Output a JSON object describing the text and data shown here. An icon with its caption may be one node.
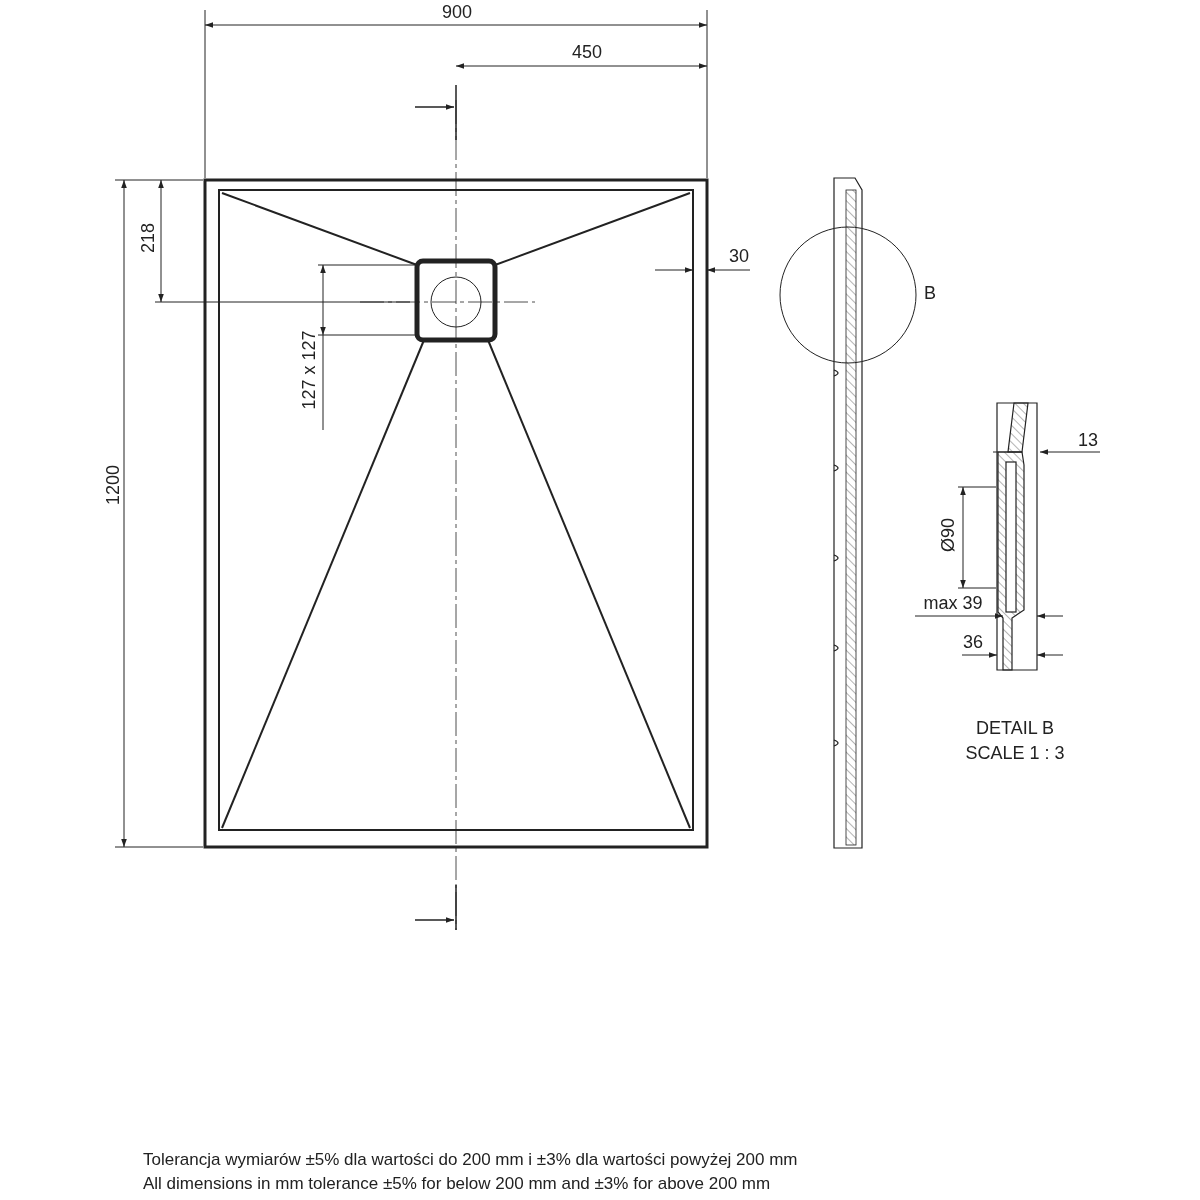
{
  "diagram": {
    "labels": [
      "900",
      "450",
      "218",
      "30",
      "B",
      "1200",
      "127 x 127",
      "13",
      "Ø90",
      "max 39",
      "36",
      "DETAIL B",
      "SCALE 1 : 3",
      "Tolerancja wymiarów ±5% dla wartości do 200 mm i ±3% dla wartości powyżej 200 mm",
      "All dimensions in mm tolerance ±5% for below 200 mm and ±3% for above 200 mm"
    ]
  }
}
